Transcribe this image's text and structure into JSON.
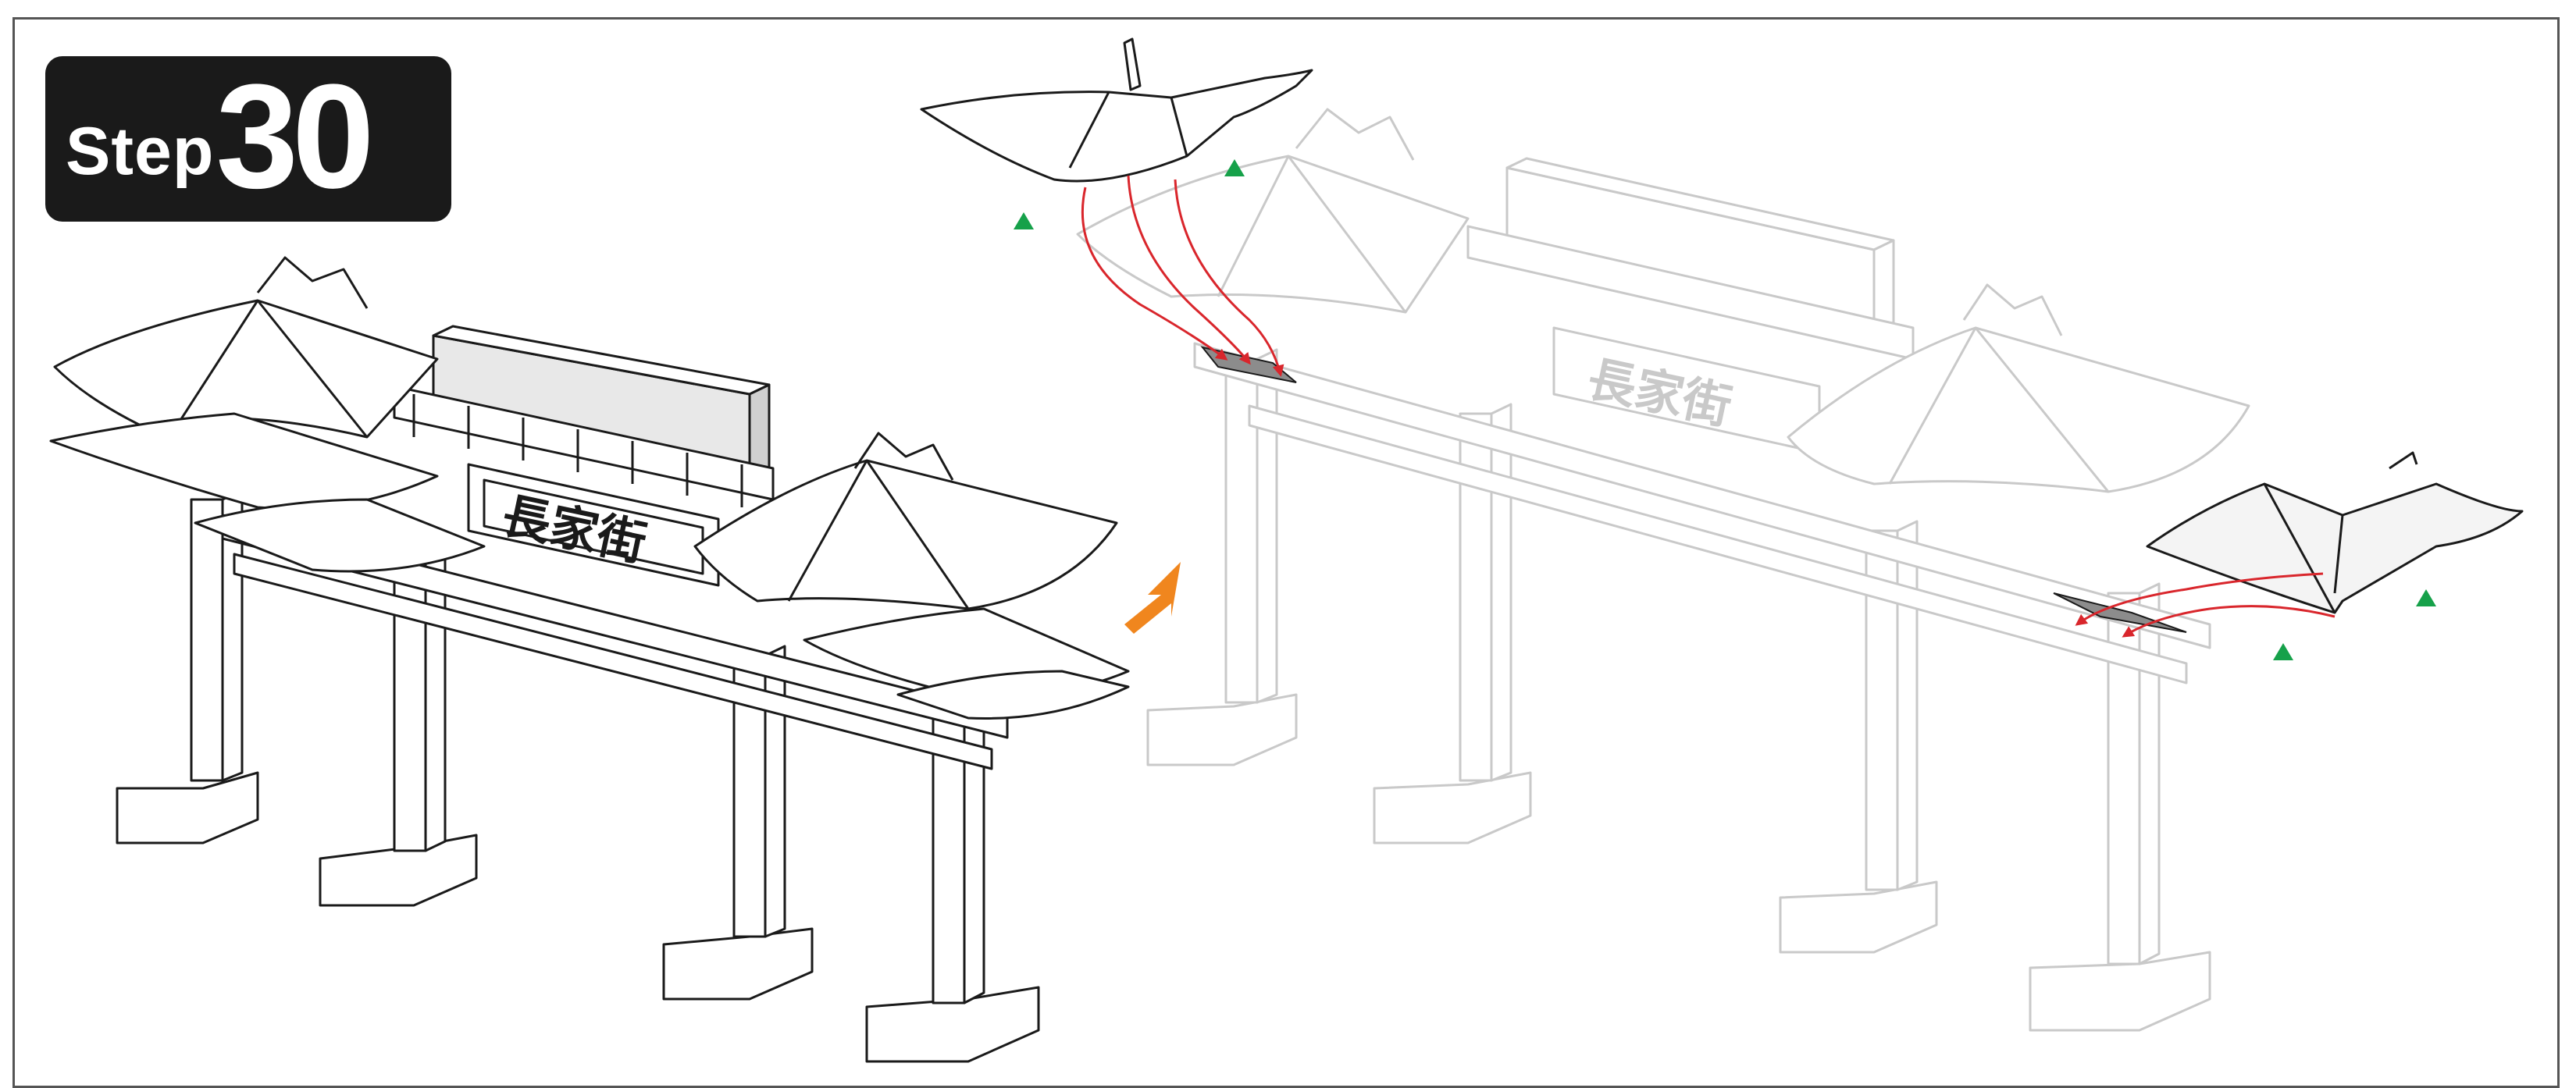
{
  "step": {
    "word": "Step",
    "number": "30"
  },
  "sign_text": "長家街",
  "colors": {
    "frame": "#555555",
    "badge_bg": "#1a1a1a",
    "completed_model": "#1a1a1a",
    "ghost_model": "#c9c9c9",
    "insertion_arrow": "#d9262c",
    "direction_arrow": "#f0861e",
    "placement_marker": "#16a14a",
    "slot_fill": "#8c8c8c"
  },
  "icons": [
    "orange-direction-arrow-icon",
    "green-triangle-marker-icon",
    "red-insertion-arrow-icon"
  ]
}
